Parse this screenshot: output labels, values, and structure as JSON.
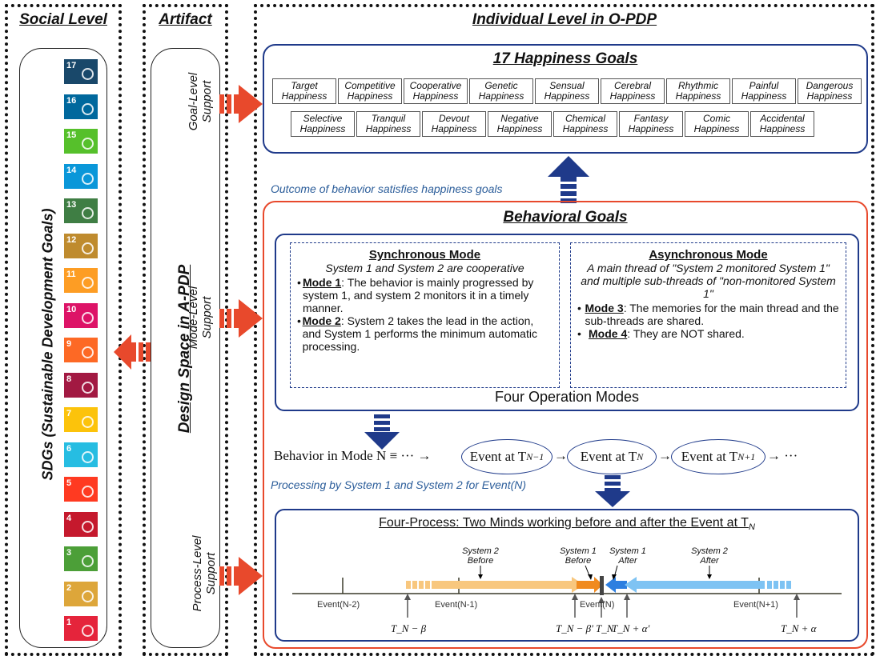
{
  "headers": {
    "social": "Social Level",
    "artifact": "Artifact",
    "individual": "Individual Level in O-PDP"
  },
  "sdgs": {
    "label": "SDGs (Sustainable Development Goals)",
    "tiles": [
      {
        "n": "17",
        "color": "#19486A"
      },
      {
        "n": "16",
        "color": "#00689D"
      },
      {
        "n": "15",
        "color": "#56C02B"
      },
      {
        "n": "14",
        "color": "#0A97D9"
      },
      {
        "n": "13",
        "color": "#3F7E44"
      },
      {
        "n": "12",
        "color": "#BF8B2E"
      },
      {
        "n": "11",
        "color": "#FD9D24"
      },
      {
        "n": "10",
        "color": "#DD1367"
      },
      {
        "n": "9",
        "color": "#FD6925"
      },
      {
        "n": "8",
        "color": "#A21942"
      },
      {
        "n": "7",
        "color": "#FCC30B"
      },
      {
        "n": "6",
        "color": "#26BDE2"
      },
      {
        "n": "5",
        "color": "#FF3A21"
      },
      {
        "n": "4",
        "color": "#C5192D"
      },
      {
        "n": "3",
        "color": "#4C9F38"
      },
      {
        "n": "2",
        "color": "#DDA63A"
      },
      {
        "n": "1",
        "color": "#E5243B"
      }
    ]
  },
  "artifact": {
    "design_space": "Design Space in A-PDP",
    "goal_support": [
      "Goal-Level",
      "Support"
    ],
    "mode_support": [
      "Mode-Level",
      "Support"
    ],
    "process_support": [
      "Process-Level",
      "Support"
    ]
  },
  "happiness": {
    "title": "17 Happiness Goals",
    "row1": [
      [
        "Target",
        "Happiness"
      ],
      [
        "Competitive",
        "Happiness"
      ],
      [
        "Cooperative",
        "Happiness"
      ],
      [
        "Genetic",
        "Happiness"
      ],
      [
        "Sensual",
        "Happiness"
      ],
      [
        "Cerebral",
        "Happiness"
      ],
      [
        "Rhythmic",
        "Happiness"
      ],
      [
        "Painful",
        "Happiness"
      ],
      [
        "Dangerous",
        "Happiness"
      ]
    ],
    "row2": [
      [
        "Selective",
        "Happiness"
      ],
      [
        "Tranquil",
        "Happiness"
      ],
      [
        "Devout",
        "Happiness"
      ],
      [
        "Negative",
        "Happiness"
      ],
      [
        "Chemical",
        "Happiness"
      ],
      [
        "Fantasy",
        "Happiness"
      ],
      [
        "Comic",
        "Happiness"
      ],
      [
        "Accidental",
        "Happiness"
      ]
    ]
  },
  "outcome_text": "Outcome of behavior satisfies happiness goals",
  "behavioral": {
    "title": "Behavioral Goals",
    "sync": {
      "title": "Synchronous Mode",
      "subtitle": "System 1 and System 2 are cooperative",
      "m1_label": "Mode 1",
      "m1_text": ": The behavior is mainly progressed by system 1, and system 2 monitors it in a timely manner.",
      "m2_label": "Mode 2",
      "m2_text": ": System 2 takes the lead in the action, and System 1 performs the minimum automatic processing."
    },
    "async": {
      "title": "Asynchronous Mode",
      "subtitle": "A main thread of \"System 2 monitored System 1\" and multiple sub-threads of \"non-monitored System 1\"",
      "m3_label": "Mode 3",
      "m3_text": ": The memories for the main thread and the sub-threads are shared.",
      "m4_label": "Mode 4",
      "m4_text": ": They are NOT shared."
    },
    "four_modes": "Four Operation Modes",
    "behavior_prefix": "Behavior in Mode N ≡ ··· →",
    "events": [
      "Event at T_{N−1}",
      "Event at T_N",
      "Event at T_{N+1}"
    ],
    "event_main": [
      "Event at T",
      "Event at T",
      "Event at T"
    ],
    "event_sub": [
      "N−1",
      "N",
      "N+1"
    ],
    "behavior_suffix": "→ ···",
    "processing_text": "Processing by System 1 and System 2 for Event(N)",
    "four_process_title": "Four-Process: Two Minds working before and after the Event at T",
    "four_process_sub": "N",
    "timeline": {
      "labels": [
        [
          "System 2",
          "Before"
        ],
        [
          "System 1",
          "Before"
        ],
        [
          "System 1",
          "After"
        ],
        [
          "System 2",
          "After"
        ]
      ],
      "events": [
        "Event(N-2)",
        "Event(N-1)",
        "Event(N)",
        "Event(N+1)"
      ],
      "ticks": [
        "T_N − β",
        "T_N − β′",
        "T_N",
        "T_N + α′",
        "T_N + α"
      ]
    }
  },
  "colors": {
    "navy": "#1F3A8A",
    "red": "#E8492C",
    "sky": "#7EC3F3",
    "peach": "#F8C77E",
    "orange": "#F08A1E",
    "blue": "#2D7FE0"
  }
}
